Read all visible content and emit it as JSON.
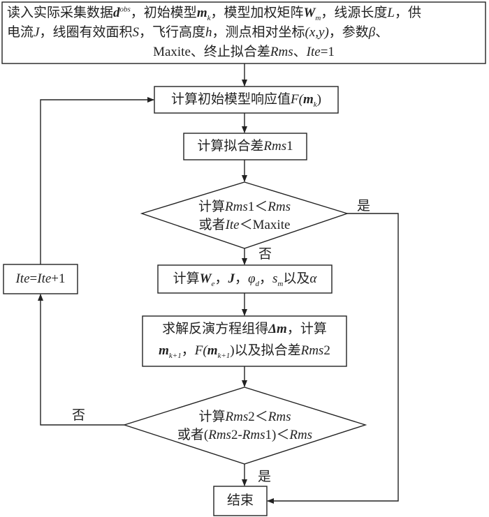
{
  "nodes": {
    "input": {
      "line1_a": "读入实际采集数据",
      "line1_d": "d",
      "line1_sup": "obs",
      "line1_b": "，初始模型",
      "line1_m": "m",
      "line1_msub": "k",
      "line1_c": "，模型加权矩阵",
      "line1_W": "W",
      "line1_Wsub": "m",
      "line1_e": "，线源长度",
      "line1_L": "L",
      "line1_f": "，供",
      "line2_a": "电流",
      "line2_J": "J",
      "line2_b": "，线圈有效面积",
      "line2_S": "S",
      "line2_c": "，飞行高度",
      "line2_h": "h",
      "line2_d": "，测点相对坐标",
      "line2_xy": "(x,y)",
      "line2_e": "，参数",
      "line2_beta": "β",
      "line2_f": "、",
      "line3_a": "Maxite、终止拟合差",
      "line3_rms": "Rms",
      "line3_b": "、",
      "line3_ite": "Ite",
      "line3_c": "=1"
    },
    "forward": {
      "a": "计算初始模型响应值",
      "F": "F(",
      "m": "m",
      "msub": "k",
      "b": ")"
    },
    "rms1": {
      "a": "计算拟合差",
      "rms": "Rms",
      "b": "1"
    },
    "decision1": {
      "l1_a": "计算",
      "l1_rms": "Rms",
      "l1_b": "1＜",
      "l1_rms2": "Rms",
      "l2_a": "或者",
      "l2_ite": "Ite",
      "l2_b": "＜Maxite"
    },
    "compute_w": {
      "a": "计算",
      "W": "W",
      "Wsub": "e",
      "b": "，",
      "J": "J",
      "c": "，",
      "phi": "φ",
      "phisub": "d",
      "d": "，",
      "s": "s",
      "ssub": "m",
      "e": "以及",
      "alpha": "α"
    },
    "solve": {
      "l1_a": "求解反演方程组得",
      "l1_dm": "Δm",
      "l1_b": "，计算",
      "l2_m": "m",
      "l2_msub": "k+1",
      "l2_a": "，",
      "l2_F": "F(",
      "l2_m2": "m",
      "l2_m2sub": "k+1",
      "l2_b": ")以及拟合差",
      "l2_rms": "Rms",
      "l2_c": "2"
    },
    "decision2": {
      "l1_a": "计算",
      "l1_rms": "Rms",
      "l1_b": "2＜",
      "l1_rms2": "Rms",
      "l2_a": "或者(",
      "l2_rms": "Rms",
      "l2_b": "2-",
      "l2_rms2": "Rms",
      "l2_c": "1)＜",
      "l2_rms3": "Rms"
    },
    "increment": {
      "ite": "Ite",
      "eq": "=",
      "ite2": "Ite",
      "plus": "+1"
    },
    "end": {
      "label": "结束"
    }
  },
  "edge_labels": {
    "yes1": "是",
    "no1": "否",
    "no2": "否",
    "yes2": "是"
  },
  "colors": {
    "line": "#222222",
    "background": "#ffffff"
  }
}
